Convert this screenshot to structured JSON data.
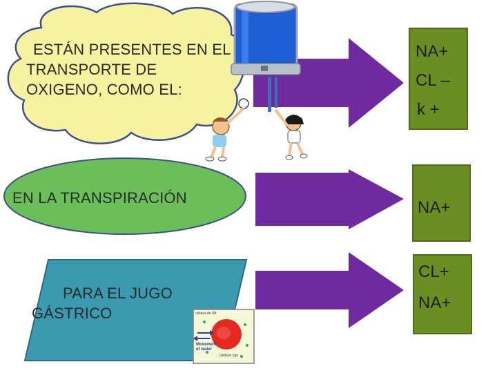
{
  "statements": {
    "cloud": [
      "ESTÁN PRESENTES EN EL",
      "TRANSPORTE DE",
      "OXIGENO, COMO EL:"
    ],
    "ellipse": "EN LA TRANSPIRACIÓN",
    "parallelogram": [
      "PARA EL JUGO",
      "GÁSTRICO"
    ]
  },
  "ion_boxes": {
    "box1": [
      "NA+",
      "CL –",
      "k +"
    ],
    "box2": [
      "NA+"
    ],
    "box3": [
      "CL+",
      "NA+"
    ]
  },
  "inset": {
    "top": "células de SB",
    "middle": "Movement of water",
    "bottom": "Glóbulo rojo"
  },
  "colors": {
    "cloud": "#f5f2a0",
    "ellipse": "#6bbf59",
    "parallelogram": "#3b9ab0",
    "arrow": "#6f2aa0",
    "box": "#6b8e23"
  },
  "icons": [
    "water-tank-icon",
    "children-playing-icon",
    "red-blood-cell-icon"
  ]
}
